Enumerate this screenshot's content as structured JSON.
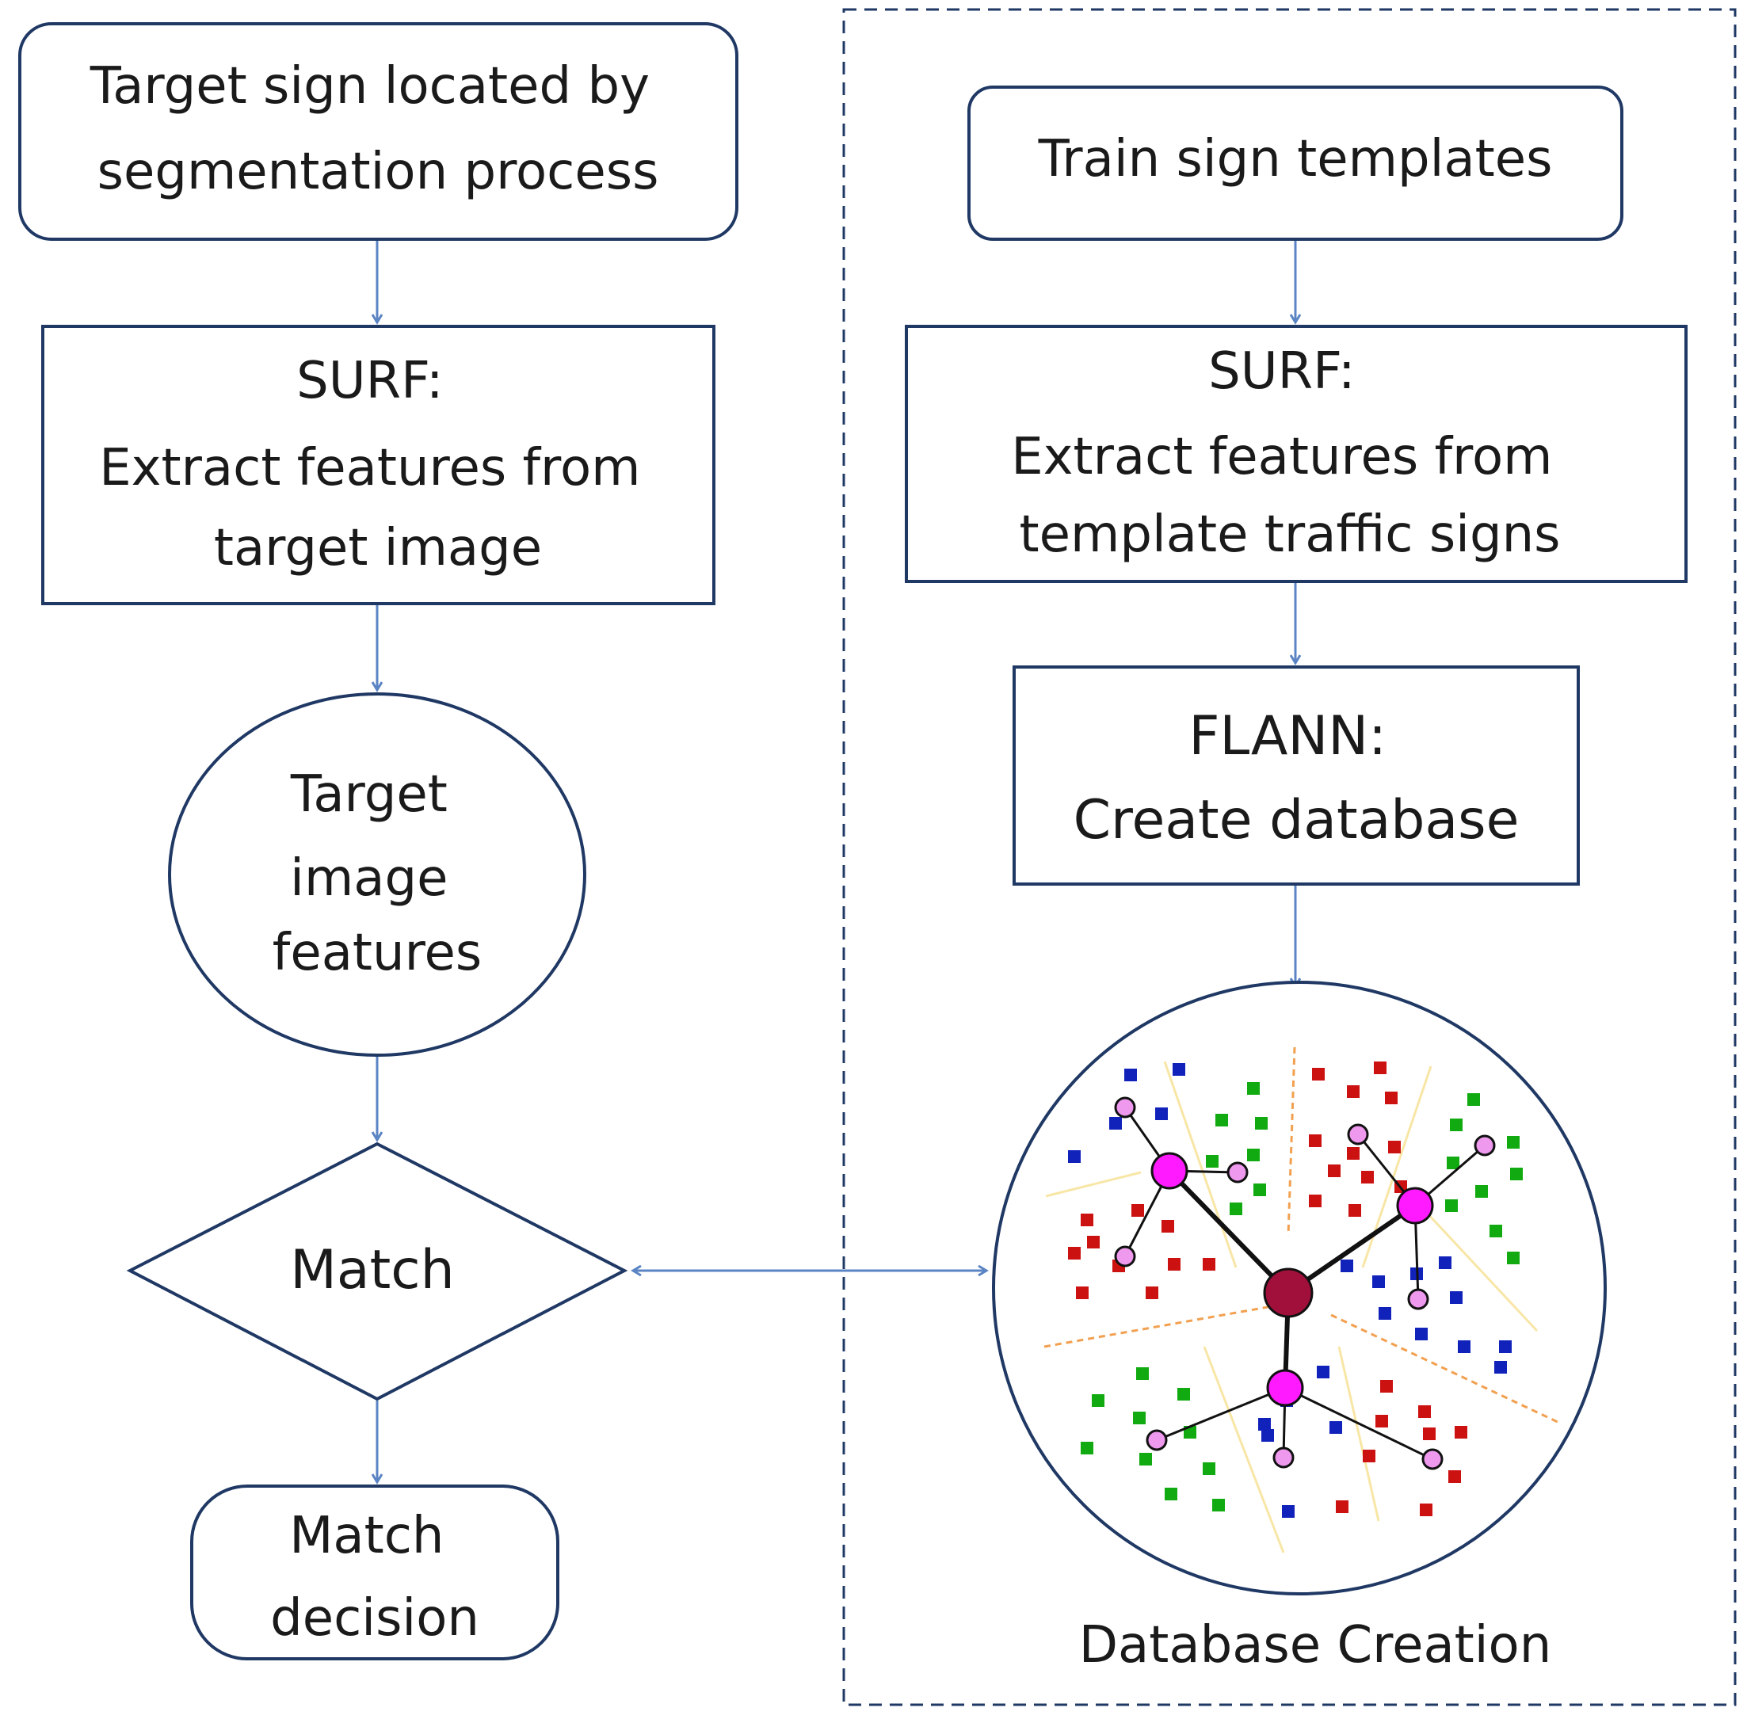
{
  "left_flow": {
    "start": [
      "Target sign located by",
      "segmentation process"
    ],
    "surf": [
      "SURF:",
      "Extract features from",
      "target image"
    ],
    "features": [
      "Target",
      "image",
      "features"
    ],
    "match": "Match",
    "decision": [
      "Match",
      "decision"
    ]
  },
  "right_flow": {
    "train": "Train sign templates",
    "surf": [
      "SURF:",
      "Extract features from",
      "template traffic signs"
    ],
    "flann": [
      "FLANN:",
      "Create database"
    ],
    "group_label": "Database Creation"
  },
  "colors": {
    "stroke": "#1f3864",
    "connector": "#5b84c4",
    "dot_red": "#cc1111",
    "dot_green": "#11aa11",
    "dot_blue": "#1122bb",
    "hub": "#a0103a",
    "node": "#ff1aff",
    "leaf": "#ee99ee",
    "partition_cream": "#f8e6a6",
    "partition_orange": "#f2a050"
  }
}
